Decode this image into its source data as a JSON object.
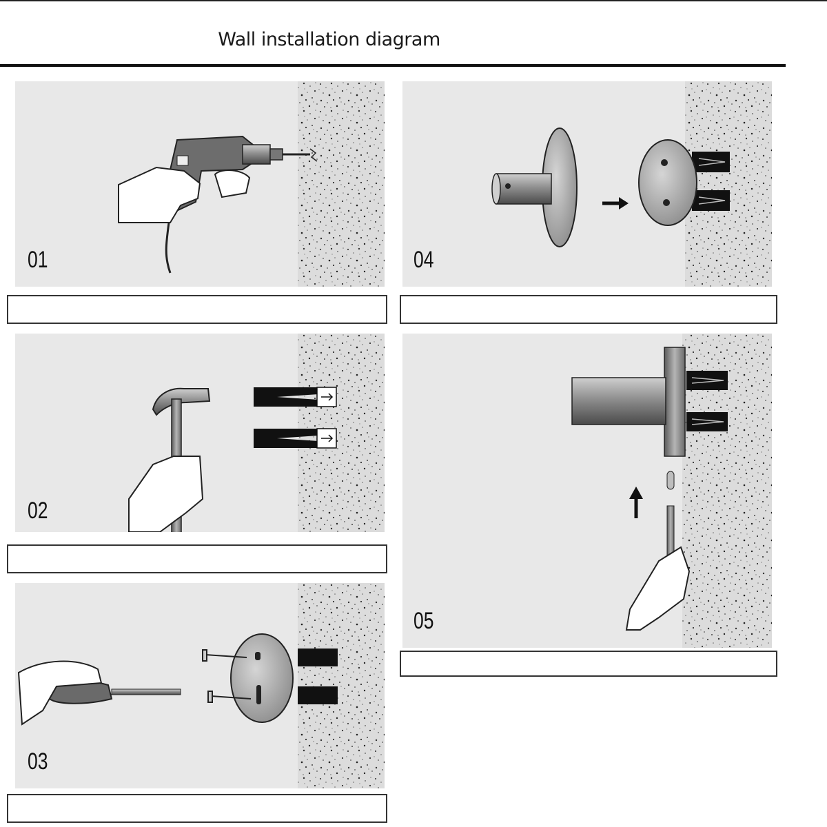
{
  "title": "Wall installation diagram",
  "steps": [
    {
      "number": "01",
      "action": "drill-holes"
    },
    {
      "number": "02",
      "action": "hammer-in-anchors"
    },
    {
      "number": "03",
      "action": "screw-mounting-plate"
    },
    {
      "number": "04",
      "action": "attach-rod-to-plate"
    },
    {
      "number": "05",
      "action": "tighten-set-screw"
    }
  ],
  "colors": {
    "panel": "#e8e8e8",
    "wall": "#d9d9d9",
    "metal": "#8a8a8a",
    "border": "#333333"
  }
}
